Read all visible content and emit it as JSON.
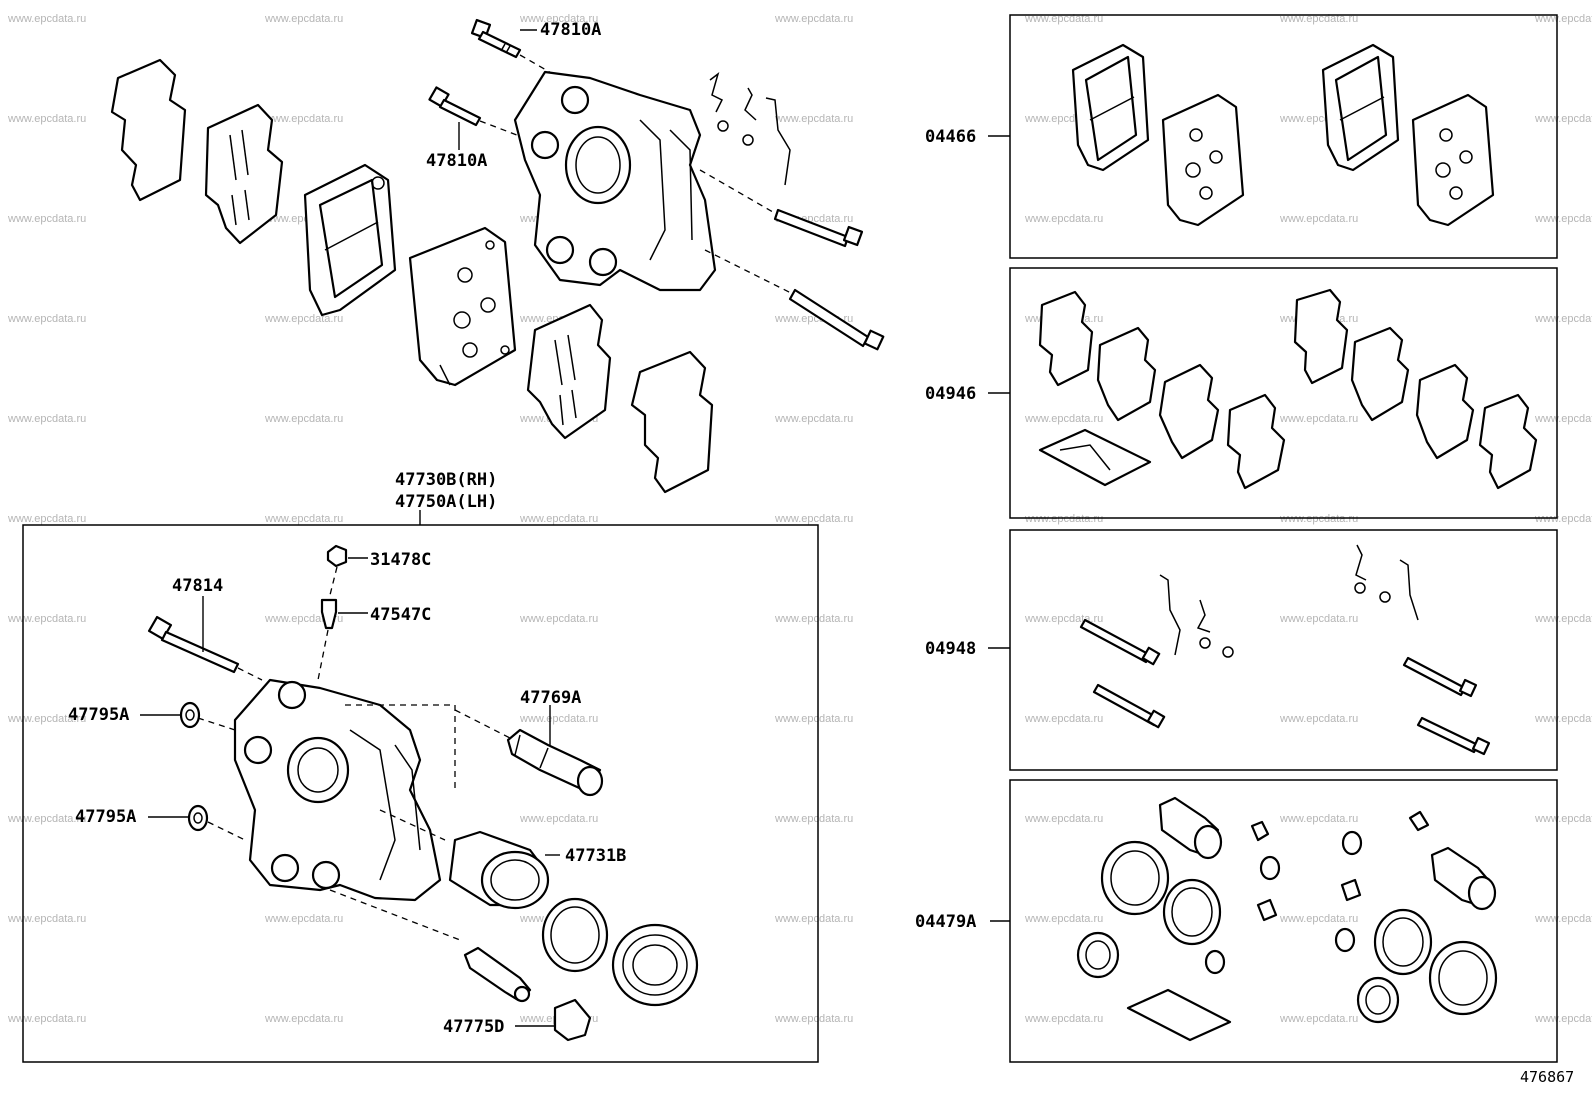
{
  "diagram": {
    "doc_number": "476867",
    "watermark": "www.epcdata.ru",
    "labels": {
      "bolt_upper": "47810A",
      "bolt_lower": "47810A",
      "caliper_rh": "47730B(RH)",
      "caliper_lh": "47750A(LH)",
      "bleeder_cap": "31478C",
      "bleeder_plug": "47547C",
      "slide_pin_bolt": "47814",
      "washer_upper": "47795A",
      "washer_lower": "47795A",
      "slide_pin_upper": "47769A",
      "piston": "47731B",
      "slide_pin_lower": "47775D",
      "kit_pads": "04466",
      "kit_shims": "04946",
      "kit_pins": "04948",
      "kit_seals": "04479A"
    }
  }
}
